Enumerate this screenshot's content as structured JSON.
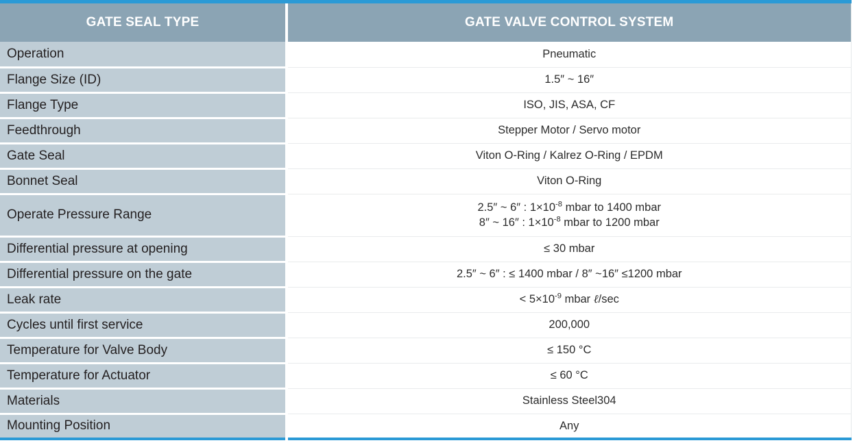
{
  "accent_color": "#2b9ad6",
  "header_bg": "#8ba4b4",
  "label_bg": "#bfcdd6",
  "table": {
    "columns": [
      {
        "id": "gate-seal-type",
        "label": "GATE SEAL TYPE"
      },
      {
        "id": "gate-valve-control-system",
        "label": "GATE VALVE CONTROL SYSTEM"
      }
    ],
    "rows": [
      {
        "label": "Operation",
        "value": "Pneumatic",
        "value_html": "Pneumatic"
      },
      {
        "label": "Flange Size (ID)",
        "value": "1.5″ ~ 16″",
        "value_html": "1.5″ ~ 16″"
      },
      {
        "label": "Flange Type",
        "value": "ISO, JIS, ASA, CF",
        "value_html": "ISO, JIS, ASA, CF"
      },
      {
        "label": "Feedthrough",
        "value": "Stepper Motor / Servo motor",
        "value_html": "Stepper Motor / Servo motor"
      },
      {
        "label": "Gate Seal",
        "value": "Viton O-Ring / Kalrez O-Ring / EPDM",
        "value_html": "Viton O-Ring / Kalrez O-Ring / EPDM"
      },
      {
        "label": "Bonnet Seal",
        "value": "Viton O-Ring",
        "value_html": "Viton O-Ring"
      },
      {
        "label": "Operate Pressure Range",
        "value": "2.5″ ~ 6″ : 1×10-8 mbar to 1400 mbar / 8″ ~ 16″ : 1×10-8 mbar to 1200 mbar",
        "value_html": "<span class=\"val-line\">2.5″ ~ 6″ : 1×10<sup>-8</sup> mbar to 1400 mbar</span><span class=\"val-line\">8″ ~ 16″ : 1×10<sup>-8</sup> mbar to 1200 mbar</span>",
        "tall": true
      },
      {
        "label": "Differential pressure at opening",
        "value": "≤ 30 mbar",
        "value_html": "≤ 30 mbar"
      },
      {
        "label": "Differential pressure on the gate",
        "value": "2.5″ ~ 6″ : ≤ 1400 mbar / 8″ ~16″ ≤1200 mbar",
        "value_html": "2.5″ ~ 6″ : ≤ 1400 mbar / 8″ ~16″ ≤1200 mbar"
      },
      {
        "label": "Leak rate",
        "value": "< 5×10-9 mbar ℓ/sec",
        "value_html": "&lt; 5×10<sup>-9</sup> mbar <span class=\"script-l\">ℓ</span>/sec"
      },
      {
        "label": "Cycles until first service",
        "value": "200,000",
        "value_html": "200,000"
      },
      {
        "label": "Temperature for Valve Body",
        "value": "≤ 150 °C",
        "value_html": "≤ 150 °C"
      },
      {
        "label": "Temperature for Actuator",
        "value": "≤ 60 °C",
        "value_html": "≤ 60 °C"
      },
      {
        "label": "Materials",
        "value": "Stainless Steel304",
        "value_html": "Stainless Steel304"
      },
      {
        "label": "Mounting Position",
        "value": "Any",
        "value_html": "Any"
      }
    ]
  }
}
